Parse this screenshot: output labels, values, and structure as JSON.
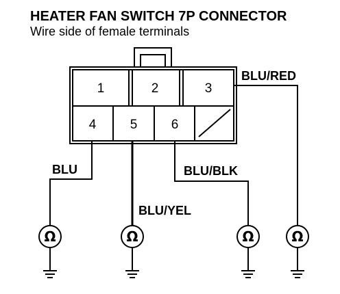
{
  "title": "HEATER FAN SWITCH 7P CONNECTOR",
  "subtitle": "Wire side of female terminals",
  "connector": {
    "pins": [
      "1",
      "2",
      "3",
      "4",
      "5",
      "6"
    ]
  },
  "wires": {
    "pin3": "BLU/RED",
    "pin4": "BLU",
    "pin5": "BLU/YEL",
    "pin6": "BLU/BLK"
  },
  "meter_symbol": "Ω",
  "icons": [
    "ohmmeter-icon",
    "ground-icon"
  ]
}
